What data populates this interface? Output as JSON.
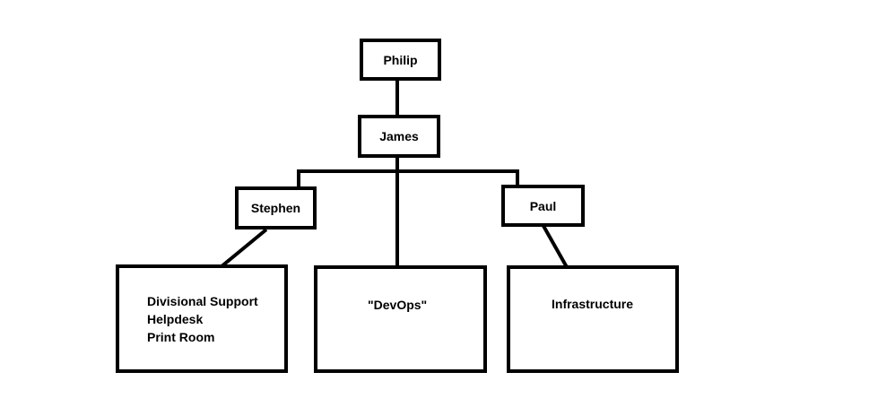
{
  "diagram": {
    "nodes": {
      "philip": "Philip",
      "james": "James",
      "stephen": "Stephen",
      "paul": "Paul",
      "support": [
        "Divisional Support",
        "Helpdesk",
        "Print Room"
      ],
      "devops": "\"DevOps\"",
      "infrastructure": "Infrastructure"
    }
  }
}
